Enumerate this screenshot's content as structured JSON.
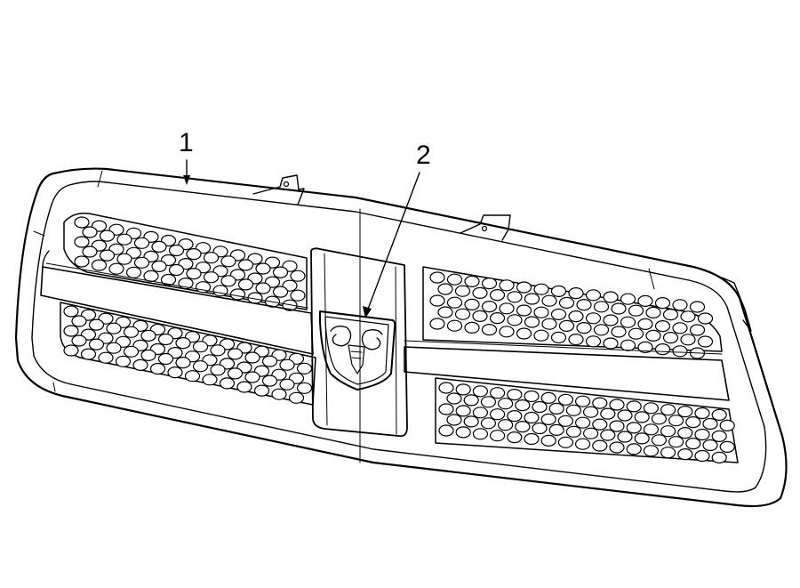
{
  "callouts": [
    {
      "id": "1",
      "label": "1",
      "part": "grille"
    },
    {
      "id": "2",
      "label": "2",
      "part": "emblem"
    }
  ],
  "colors": {
    "line": "#000000",
    "background": "#ffffff"
  }
}
